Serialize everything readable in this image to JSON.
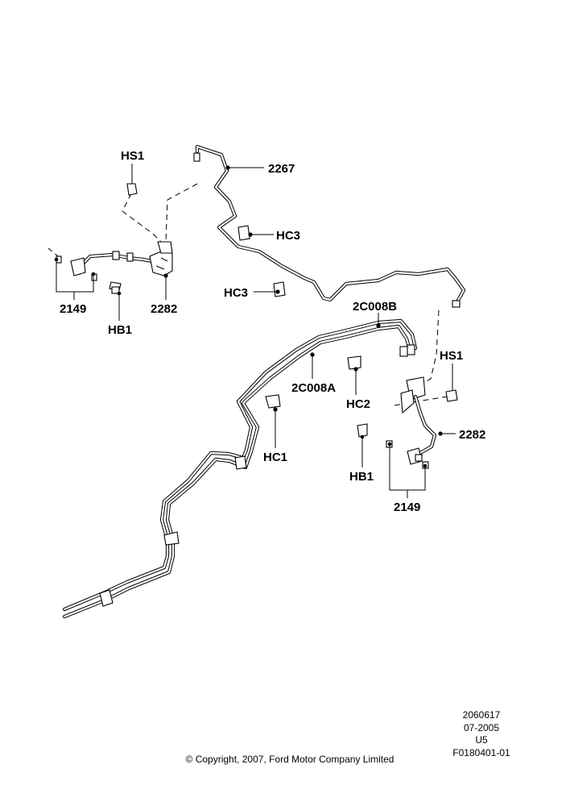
{
  "callouts": {
    "hs1_left": "HS1",
    "c2267": "2267",
    "hc3_upper": "HC3",
    "hc3_lower": "HC3",
    "c2149_left": "2149",
    "c2282_left": "2282",
    "hb1_left": "HB1",
    "c2c008b": "2C008B",
    "hs1_right": "HS1",
    "c2c008a": "2C008A",
    "hc2": "HC2",
    "hc1": "HC1",
    "c2282_right": "2282",
    "hb1_right": "HB1",
    "c2149_right": "2149"
  },
  "meta": {
    "ref_number": "2060617",
    "date_code": "07-2005",
    "variant": "U5",
    "figure_id": "F0180401-01",
    "copyright": "© Copyright, 2007, Ford Motor Company Limited"
  }
}
